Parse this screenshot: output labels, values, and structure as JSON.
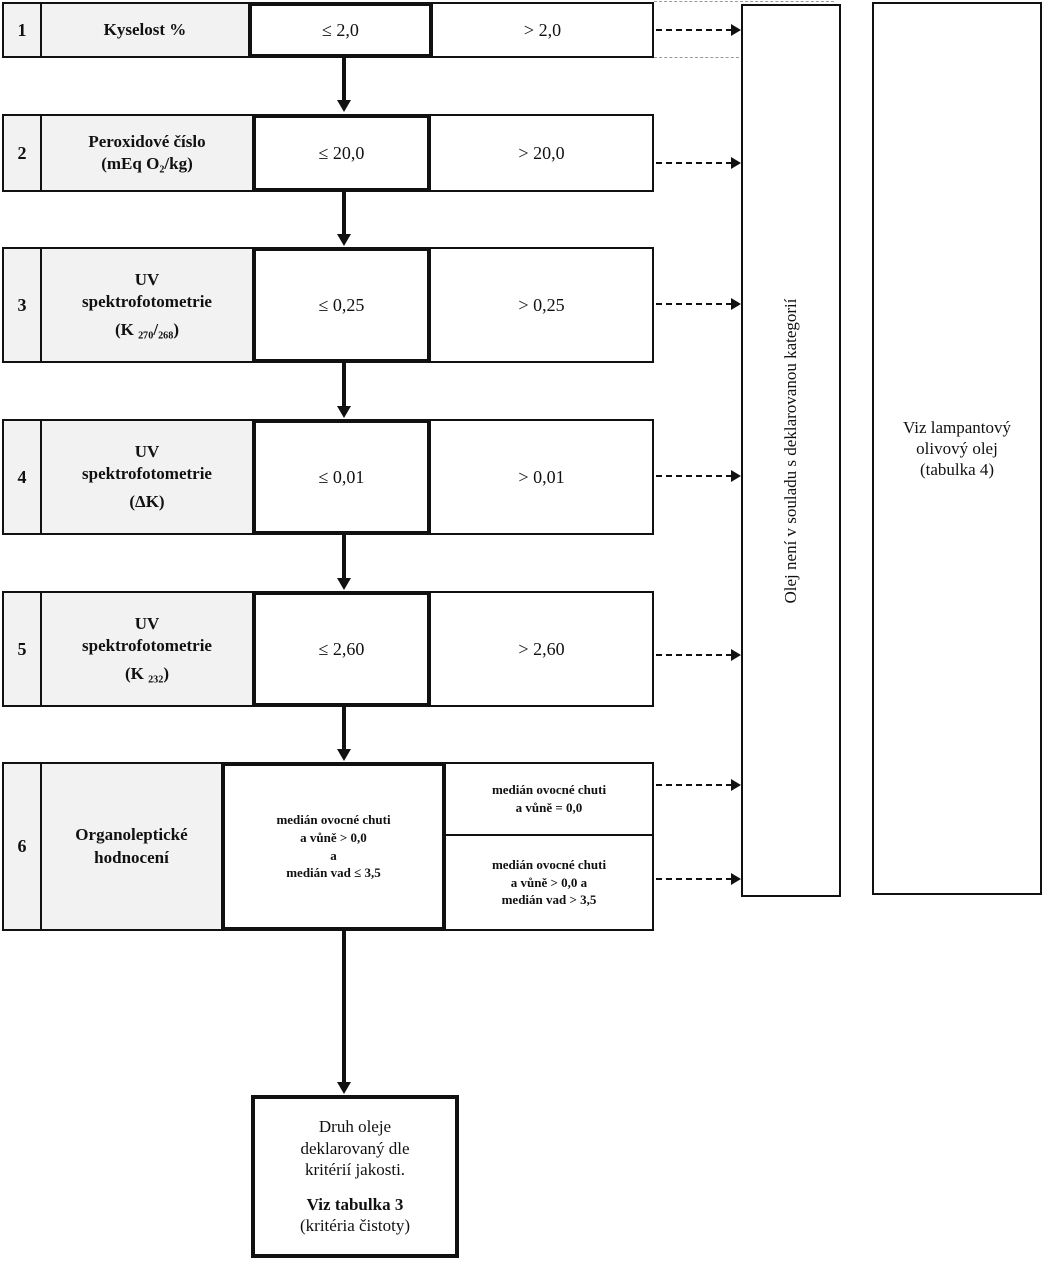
{
  "rows": [
    {
      "num": "1",
      "label_lines": [
        "Kyselost %"
      ],
      "pass": "≤ 2,0",
      "fail": "> 2,0"
    },
    {
      "num": "2",
      "label_lines": [
        "Peroxidové číslo",
        "(mEq O₂/kg)"
      ],
      "pass": "≤ 20,0",
      "fail": "> 20,0"
    },
    {
      "num": "3",
      "label_lines": [
        "UV",
        "spektrofotometrie",
        "(K ₂₇₀/₂₆₈)"
      ],
      "pass": "≤ 0,25",
      "fail": "> 0,25"
    },
    {
      "num": "4",
      "label_lines": [
        "UV",
        "spektrofotometrie",
        "(ΔK)"
      ],
      "pass": "≤ 0,01",
      "fail": "> 0,01"
    },
    {
      "num": "5",
      "label_lines": [
        "UV",
        "spektrofotometrie",
        "(K ₂₃₂)"
      ],
      "pass": "≤ 2,60",
      "fail": "> 2,60"
    }
  ],
  "row6": {
    "num": "6",
    "label_lines": [
      "Organoleptické",
      "hodnocení"
    ],
    "pass_lines": [
      "medián ovocné chuti",
      "a vůně > 0,0",
      "a",
      "medián vad ≤ 3,5"
    ],
    "fail_top_lines": [
      "medián ovocné chuti",
      "a vůně = 0,0"
    ],
    "fail_bottom_lines": [
      "medián ovocné chuti",
      "a vůně > 0,0 a",
      "medián vad > 3,5"
    ]
  },
  "not_compliant": "Olej není v souladu s deklarovanou kategorií",
  "lampante_lines": [
    "Viz lampantový",
    "olivový olej",
    "(tabulka 4)"
  ],
  "final_lines": [
    "Druh oleje",
    "deklarovaný dle",
    "kritérií jakosti."
  ],
  "final_ref_lines": [
    "Viz tabulka 3",
    "(kritéria čistoty)"
  ]
}
